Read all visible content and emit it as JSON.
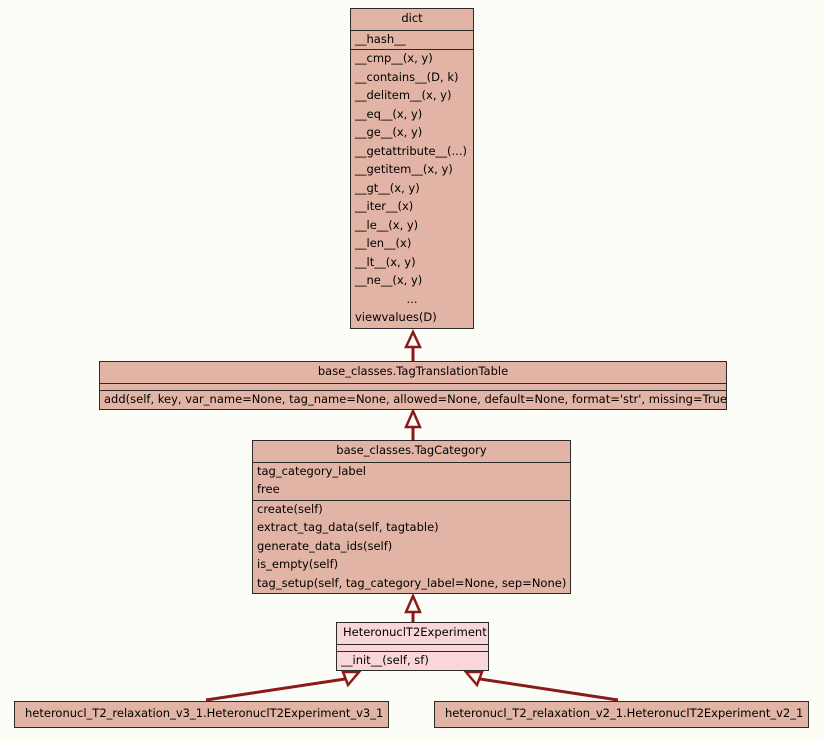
{
  "diagram": {
    "kind": "uml-class-diagram",
    "background_color": "#fdfdf8",
    "box_fill_color": "#e2b4a5",
    "box_fill_color_light": "#f9d6d8",
    "box_border_color": "#2b2b2b",
    "edge_color": "#8b1a1a"
  },
  "classes": {
    "dict": {
      "name": "dict",
      "attributes": [
        "__hash__"
      ],
      "methods": [
        "__cmp__(x, y)",
        "__contains__(D, k)",
        "__delitem__(x, y)",
        "__eq__(x, y)",
        "__ge__(x, y)",
        "__getattribute__(...)",
        "__getitem__(x, y)",
        "__gt__(x, y)",
        "__iter__(x)",
        "__le__(x, y)",
        "__len__(x)",
        "__lt__(x, y)",
        "__ne__(x, y)",
        "...",
        "viewvalues(D)"
      ]
    },
    "tag_translation_table": {
      "name": "base_classes.TagTranslationTable",
      "attributes": [],
      "methods": [
        "add(self, key, var_name=None, tag_name=None, allowed=None, default=None, format='str', missing=True)"
      ]
    },
    "tag_category": {
      "name": "base_classes.TagCategory",
      "attributes": [
        "tag_category_label",
        "free"
      ],
      "methods": [
        "create(self)",
        "extract_tag_data(self, tagtable)",
        "generate_data_ids(self)",
        "is_empty(self)",
        "tag_setup(self, tag_category_label=None, sep=None)"
      ]
    },
    "heteronucl_t2_experiment": {
      "name": "HeteronuclT2Experiment",
      "attributes": [],
      "methods": [
        "__init__(self, sf)"
      ]
    },
    "heteronucl_t2_v3_1": {
      "name": "heteronucl_T2_relaxation_v3_1.HeteronuclT2Experiment_v3_1",
      "attributes": [],
      "methods": []
    },
    "heteronucl_t2_v2_1": {
      "name": "heteronucl_T2_relaxation_v2_1.HeteronuclT2Experiment_v2_1",
      "attributes": [],
      "methods": []
    }
  },
  "relationships": [
    {
      "type": "inheritance",
      "from": "base_classes.TagTranslationTable",
      "to": "dict"
    },
    {
      "type": "inheritance",
      "from": "base_classes.TagCategory",
      "to": "base_classes.TagTranslationTable"
    },
    {
      "type": "inheritance",
      "from": "HeteronuclT2Experiment",
      "to": "base_classes.TagCategory"
    },
    {
      "type": "inheritance",
      "from": "heteronucl_T2_relaxation_v3_1.HeteronuclT2Experiment_v3_1",
      "to": "HeteronuclT2Experiment"
    },
    {
      "type": "inheritance",
      "from": "heteronucl_T2_relaxation_v2_1.HeteronuclT2Experiment_v2_1",
      "to": "HeteronuclT2Experiment"
    }
  ]
}
